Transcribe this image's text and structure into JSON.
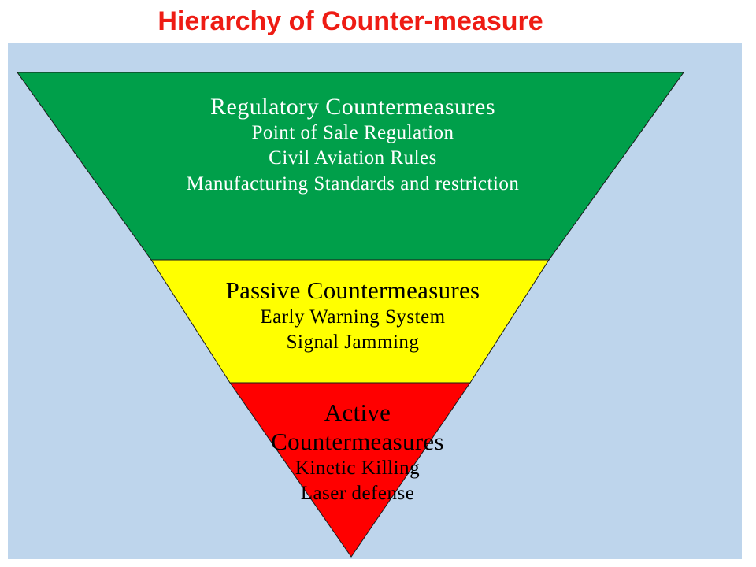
{
  "title": "Hierarchy of Counter-measure",
  "colors": {
    "title": "#ee1c14",
    "background_panel": "#bed5ec",
    "regulatory_tier": "#009f4a",
    "passive_tier": "#ffff00",
    "active_tier": "#ff0000",
    "tier_outline": "#1a1a1a"
  },
  "tiers": {
    "regulatory": {
      "heading": "Regulatory Countermeasures",
      "items": [
        "Point of Sale Regulation",
        "Civil Aviation Rules",
        "Manufacturing Standards and restriction"
      ]
    },
    "passive": {
      "heading": "Passive Countermeasures",
      "items": [
        "Early Warning System",
        "Signal Jamming"
      ]
    },
    "active": {
      "heading_line1": "Active",
      "heading_line2": "Countermeasures",
      "items": [
        "Kinetic Killing",
        "Laser defense"
      ]
    }
  }
}
